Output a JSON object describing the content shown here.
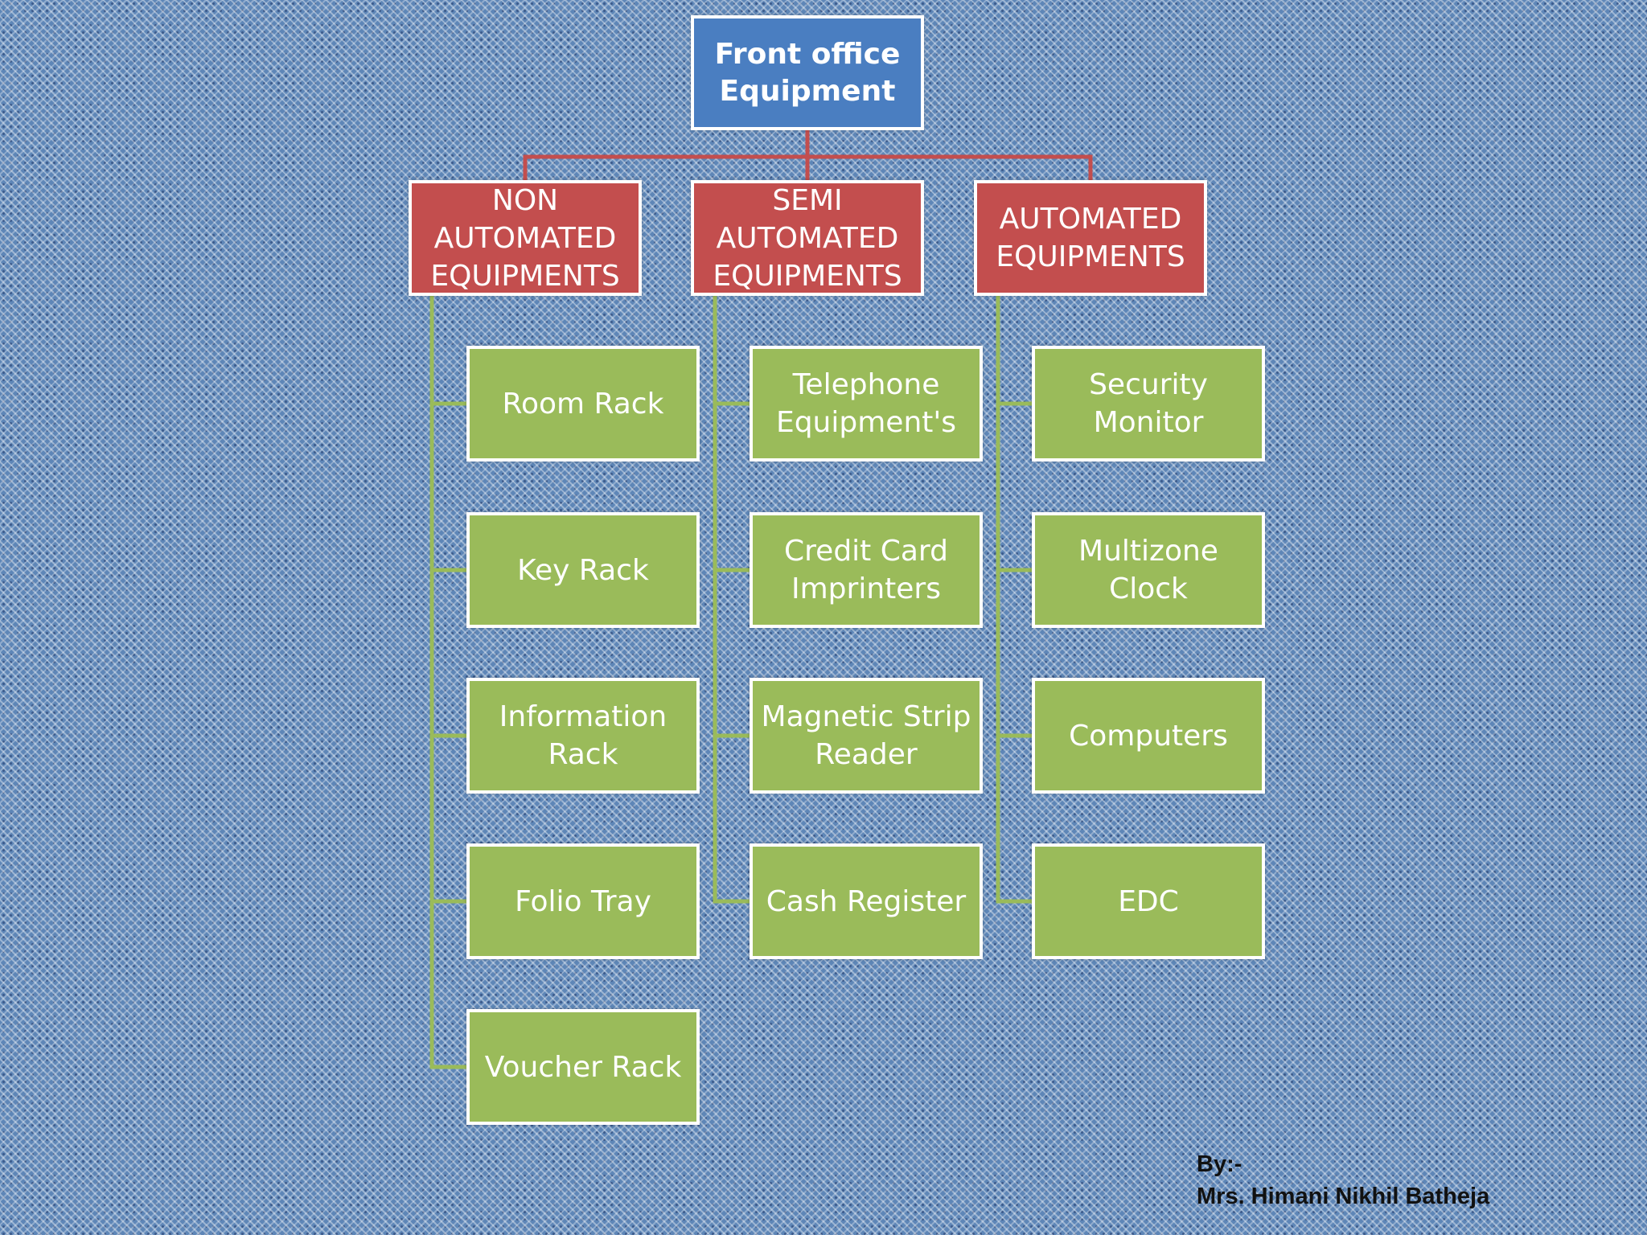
{
  "root": {
    "label": "Front office\nEquipment"
  },
  "categories": [
    {
      "label": "NON\nAUTOMATED\nEQUIPMENTS",
      "items": [
        "Room Rack",
        "Key Rack",
        "Information\nRack",
        "Folio Tray",
        "Voucher Rack"
      ]
    },
    {
      "label": "SEMI\nAUTOMATED\nEQUIPMENTS",
      "items": [
        "Telephone\nEquipment's",
        "Credit Card\nImprinters",
        "Magnetic Strip\nReader",
        "Cash Register"
      ]
    },
    {
      "label": "AUTOMATED\nEQUIPMENTS",
      "items": [
        "Security\nMonitor",
        "Multizone Clock",
        "Computers",
        "EDC"
      ]
    }
  ],
  "credit": {
    "line1": "By:-",
    "line2": "Mrs. Himani Nikhil Batheja"
  },
  "colors": {
    "root_fill": "#4a7ec1",
    "category_fill": "#c34e4e",
    "item_fill": "#9abb5a",
    "root_connector": "#c34e4e",
    "item_connector": "#9abb5a"
  }
}
